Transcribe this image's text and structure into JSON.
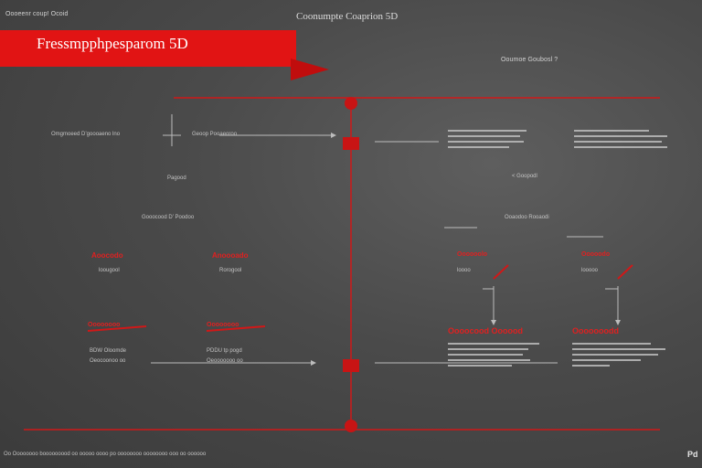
{
  "header": {
    "top_left": "Oooeenr coup! Ocoid",
    "top_center": "Coonumpte Coaprion 5D",
    "banner_title": "Fressmpphpesparom 5D",
    "right_subtitle": "Ooumoe Goubosl ?"
  },
  "left": {
    "row1_label": "Omgmoeed D’goooaeno lno",
    "row1_arrow_label": "Geoop Pooaeoroo",
    "mid_label": "Pagood",
    "group_label": "Gooocood D’ Poodoo",
    "item1_red": "Aoocodo",
    "item1_sub": "loougool",
    "item2_red": "Anoooado",
    "item2_sub": "Rorogool",
    "item3_red": "Oooooooo",
    "item3_sub": "BDW Oloomde",
    "item3_sub2": "Oeocoonoo oo",
    "item4_red": "Oooooooo",
    "item4_sub": "PDDU tp pogd",
    "item4_sub2": "Oeooooooo oo"
  },
  "right": {
    "mid_label": "< Goopodl",
    "group_label": "Ooaodoo Rooaodi",
    "item1_red": "Oooooolo",
    "item1_sub": "loooo",
    "item2_red": "Ooooodo",
    "item2_sub": "looooo",
    "item3_red": "Oooocood Oooood",
    "item4_red": "Ooooooodd"
  },
  "footer": {
    "text": "Oo Oooooooo booooooood oo ooooo oooo po oooooooo oooooooo ooo oo oooooo",
    "corner": "Pd"
  }
}
